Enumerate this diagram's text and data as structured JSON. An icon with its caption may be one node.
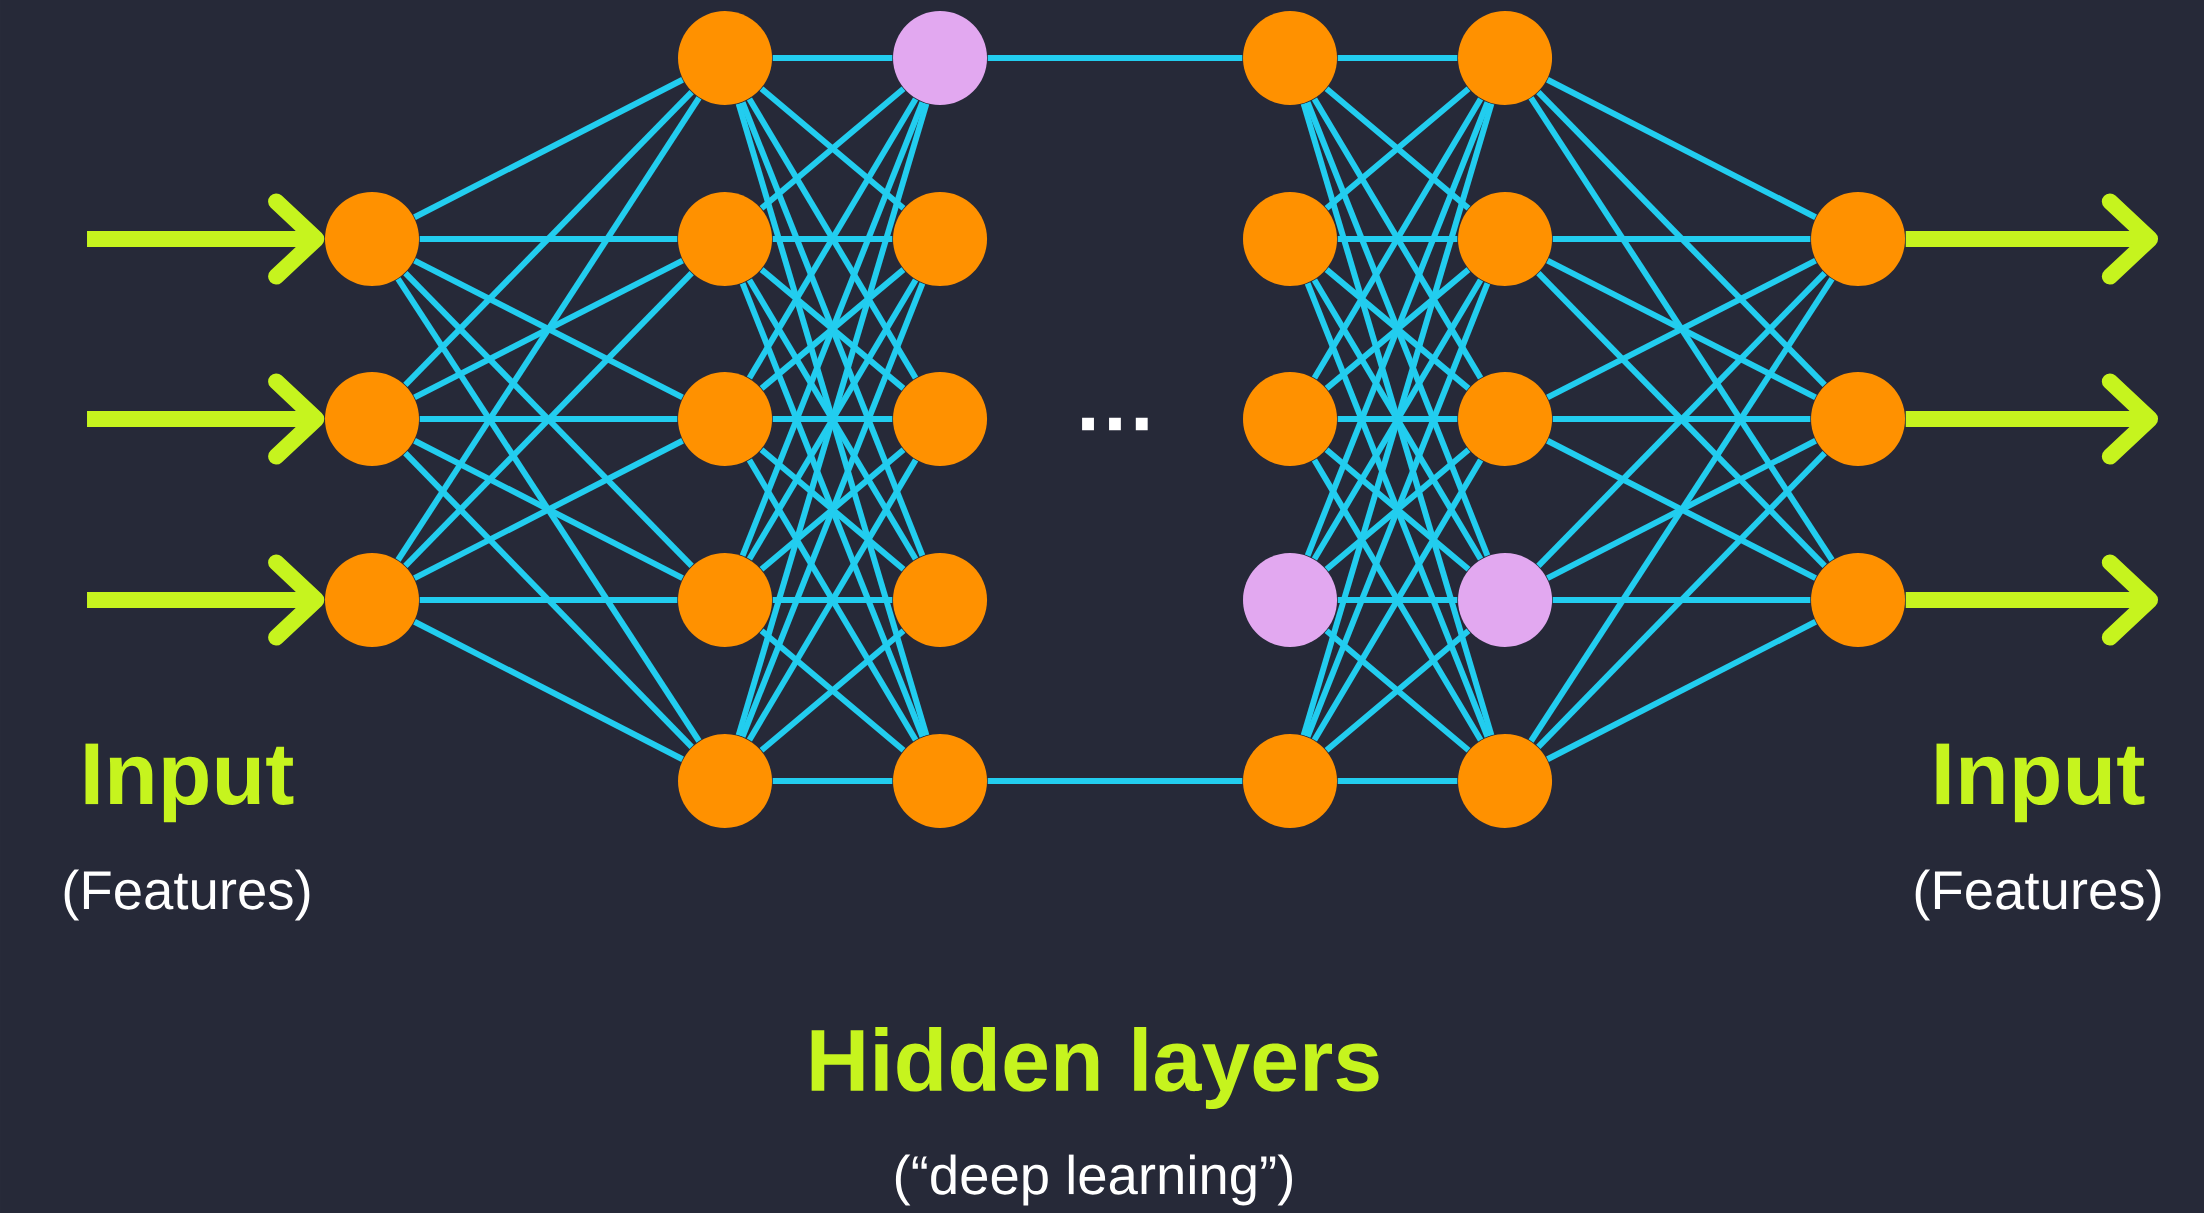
{
  "diagram": {
    "nodes": [
      {
        "text": [],
        "shape": "circle"
      },
      {
        "text": [],
        "shape": "circle"
      },
      {
        "text": [],
        "shape": "circle"
      },
      {
        "text": [],
        "shape": "circle"
      },
      {
        "text": [],
        "shape": "circle"
      },
      {
        "text": [],
        "shape": "circle"
      },
      {
        "text": [],
        "shape": "circle"
      },
      {
        "text": [],
        "shape": "circle"
      },
      {
        "text": [],
        "shape": "circle"
      },
      {
        "text": [],
        "shape": "circle"
      },
      {
        "text": [],
        "shape": "circle"
      },
      {
        "text": [],
        "shape": "circle"
      },
      {
        "text": [],
        "shape": "circle"
      },
      {
        "text": [],
        "shape": "circle"
      },
      {
        "text": [],
        "shape": "circle"
      },
      {
        "text": [],
        "shape": "circle"
      },
      {
        "text": [],
        "shape": "circle"
      },
      {
        "text": [],
        "shape": "circle"
      },
      {
        "text": [],
        "shape": "circle"
      },
      {
        "text": [],
        "shape": "circle"
      },
      {
        "text": [],
        "shape": "circle"
      },
      {
        "text": [],
        "shape": "circle"
      },
      {
        "text": [],
        "shape": "circle"
      },
      {
        "text": [],
        "shape": "circle"
      },
      {
        "text": [],
        "shape": "circle"
      },
      {
        "text": [],
        "shape": "circle"
      }
    ],
    "edges": [
      {
        "from": null,
        "to": 0,
        "arrow": "to",
        "style": "thick",
        "color": "#c6f41e"
      },
      {
        "from": null,
        "to": 1,
        "arrow": "to",
        "style": "thick",
        "color": "#c6f41e"
      },
      {
        "from": null,
        "to": 2,
        "arrow": "to",
        "style": "thick",
        "color": "#c6f41e"
      },
      {
        "from": 0,
        "to": 3,
        "arrow": "none"
      },
      {
        "from": 0,
        "to": 4,
        "arrow": "none"
      },
      {
        "from": 0,
        "to": 5,
        "arrow": "none"
      },
      {
        "from": 0,
        "to": 6,
        "arrow": "none"
      },
      {
        "from": 0,
        "to": 7,
        "arrow": "none"
      },
      {
        "from": 1,
        "to": 3,
        "arrow": "none"
      },
      {
        "from": 1,
        "to": 4,
        "arrow": "none"
      },
      {
        "from": 1,
        "to": 5,
        "arrow": "none"
      },
      {
        "from": 1,
        "to": 6,
        "arrow": "none"
      },
      {
        "from": 1,
        "to": 7,
        "arrow": "none"
      },
      {
        "from": 2,
        "to": 3,
        "arrow": "none"
      },
      {
        "from": 2,
        "to": 4,
        "arrow": "none"
      },
      {
        "from": 2,
        "to": 5,
        "arrow": "none"
      },
      {
        "from": 2,
        "to": 6,
        "arrow": "none"
      },
      {
        "from": 2,
        "to": 7,
        "arrow": "none"
      },
      {
        "from": 3,
        "to": 8,
        "arrow": "none"
      },
      {
        "from": 3,
        "to": 9,
        "arrow": "none"
      },
      {
        "from": 3,
        "to": 10,
        "arrow": "none"
      },
      {
        "from": 3,
        "to": 11,
        "arrow": "none"
      },
      {
        "from": 3,
        "to": 12,
        "arrow": "none"
      },
      {
        "from": 4,
        "to": 8,
        "arrow": "none"
      },
      {
        "from": 4,
        "to": 9,
        "arrow": "none"
      },
      {
        "from": 4,
        "to": 10,
        "arrow": "none"
      },
      {
        "from": 4,
        "to": 11,
        "arrow": "none"
      },
      {
        "from": 4,
        "to": 12,
        "arrow": "none"
      },
      {
        "from": 5,
        "to": 8,
        "arrow": "none"
      },
      {
        "from": 5,
        "to": 9,
        "arrow": "none"
      },
      {
        "from": 5,
        "to": 10,
        "arrow": "none"
      },
      {
        "from": 5,
        "to": 11,
        "arrow": "none"
      },
      {
        "from": 5,
        "to": 12,
        "arrow": "none"
      },
      {
        "from": 6,
        "to": 8,
        "arrow": "none"
      },
      {
        "from": 6,
        "to": 9,
        "arrow": "none"
      },
      {
        "from": 6,
        "to": 10,
        "arrow": "none"
      },
      {
        "from": 6,
        "to": 11,
        "arrow": "none"
      },
      {
        "from": 6,
        "to": 12,
        "arrow": "none"
      },
      {
        "from": 7,
        "to": 8,
        "arrow": "none"
      },
      {
        "from": 7,
        "to": 9,
        "arrow": "none"
      },
      {
        "from": 7,
        "to": 10,
        "arrow": "none"
      },
      {
        "from": 7,
        "to": 11,
        "arrow": "none"
      },
      {
        "from": 7,
        "to": 12,
        "arrow": "none"
      },
      {
        "from": 8,
        "to": 13,
        "arrow": "none"
      },
      {
        "from": 12,
        "to": 17,
        "arrow": "none"
      },
      {
        "from": 13,
        "to": 18,
        "arrow": "none"
      },
      {
        "from": 13,
        "to": 19,
        "arrow": "none"
      },
      {
        "from": 13,
        "to": 20,
        "arrow": "none"
      },
      {
        "from": 13,
        "to": 21,
        "arrow": "none"
      },
      {
        "from": 13,
        "to": 22,
        "arrow": "none"
      },
      {
        "from": 14,
        "to": 18,
        "arrow": "none"
      },
      {
        "from": 14,
        "to": 19,
        "arrow": "none"
      },
      {
        "from": 14,
        "to": 20,
        "arrow": "none"
      },
      {
        "from": 14,
        "to": 21,
        "arrow": "none"
      },
      {
        "from": 14,
        "to": 22,
        "arrow": "none"
      },
      {
        "from": 15,
        "to": 18,
        "arrow": "none"
      },
      {
        "from": 15,
        "to": 19,
        "arrow": "none"
      },
      {
        "from": 15,
        "to": 20,
        "arrow": "none"
      },
      {
        "from": 15,
        "to": 21,
        "arrow": "none"
      },
      {
        "from": 15,
        "to": 22,
        "arrow": "none"
      },
      {
        "from": 16,
        "to": 18,
        "arrow": "none"
      },
      {
        "from": 16,
        "to": 19,
        "arrow": "none"
      },
      {
        "from": 16,
        "to": 20,
        "arrow": "none"
      },
      {
        "from": 16,
        "to": 21,
        "arrow": "none"
      },
      {
        "from": 16,
        "to": 22,
        "arrow": "none"
      },
      {
        "from": 17,
        "to": 18,
        "arrow": "none"
      },
      {
        "from": 17,
        "to": 19,
        "arrow": "none"
      },
      {
        "from": 17,
        "to": 20,
        "arrow": "none"
      },
      {
        "from": 17,
        "to": 21,
        "arrow": "none"
      },
      {
        "from": 17,
        "to": 22,
        "arrow": "none"
      },
      {
        "from": 18,
        "to": 23,
        "arrow": "none"
      },
      {
        "from": 18,
        "to": 24,
        "arrow": "none"
      },
      {
        "from": 18,
        "to": 25,
        "arrow": "none"
      },
      {
        "from": 19,
        "to": 23,
        "arrow": "none"
      },
      {
        "from": 19,
        "to": 24,
        "arrow": "none"
      },
      {
        "from": 19,
        "to": 25,
        "arrow": "none"
      },
      {
        "from": 20,
        "to": 23,
        "arrow": "none"
      },
      {
        "from": 20,
        "to": 24,
        "arrow": "none"
      },
      {
        "from": 20,
        "to": 25,
        "arrow": "none"
      },
      {
        "from": 21,
        "to": 23,
        "arrow": "none"
      },
      {
        "from": 21,
        "to": 24,
        "arrow": "none"
      },
      {
        "from": 21,
        "to": 25,
        "arrow": "none"
      },
      {
        "from": 22,
        "to": 23,
        "arrow": "none"
      },
      {
        "from": 22,
        "to": 24,
        "arrow": "none"
      },
      {
        "from": 22,
        "to": 25,
        "arrow": "none"
      },
      {
        "from": 23,
        "to": null,
        "arrow": "to",
        "style": "thick",
        "color": "#c6f41e"
      },
      {
        "from": 24,
        "to": null,
        "arrow": "to",
        "style": "thick",
        "color": "#c6f41e"
      },
      {
        "from": 25,
        "to": null,
        "arrow": "to",
        "style": "thick",
        "color": "#c6f41e"
      }
    ],
    "labels": [
      "…",
      "Input",
      "(Features)",
      "Input",
      "(Features)",
      "Hidden layers",
      "(“deep learning”)"
    ]
  }
}
